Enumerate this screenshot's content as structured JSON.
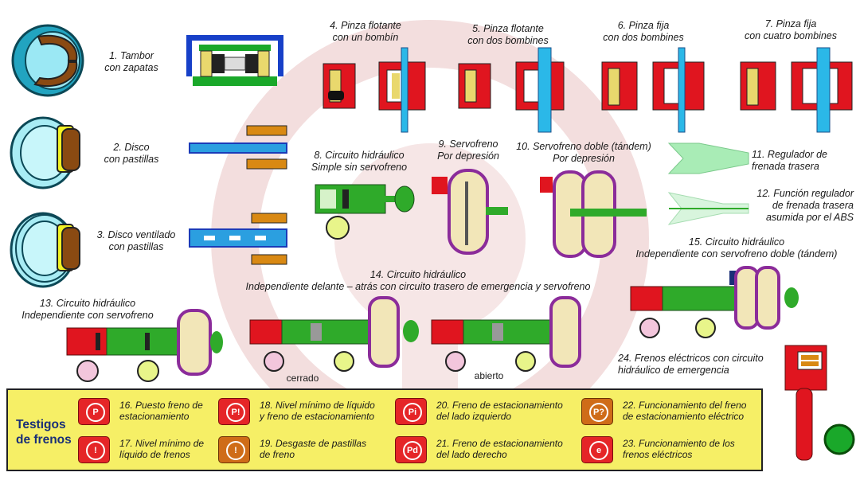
{
  "items": [
    {
      "id": "1",
      "label_lines": [
        "1. Tambor",
        "con zapatas"
      ]
    },
    {
      "id": "2",
      "label_lines": [
        "2. Disco",
        "con pastillas"
      ]
    },
    {
      "id": "3",
      "label_lines": [
        "3. Disco ventilado",
        "con pastillas"
      ]
    },
    {
      "id": "4",
      "label_lines": [
        "4. Pinza flotante",
        "con un bombín"
      ]
    },
    {
      "id": "5",
      "label_lines": [
        "5. Pinza flotante",
        "con dos bombines"
      ]
    },
    {
      "id": "6",
      "label_lines": [
        "6. Pinza fija",
        "con dos bombines"
      ]
    },
    {
      "id": "7",
      "label_lines": [
        "7. Pinza fija",
        "con cuatro bombines"
      ]
    },
    {
      "id": "8",
      "label_lines": [
        "8. Circuito hidráulico",
        "Simple sin servofreno"
      ]
    },
    {
      "id": "9",
      "label_lines": [
        "9. Servofreno",
        "Por depresión"
      ]
    },
    {
      "id": "10",
      "label_lines": [
        "10. Servofreno doble (tándem)",
        "Por depresión"
      ]
    },
    {
      "id": "11",
      "label_lines": [
        "11. Regulador de",
        "frenada trasera"
      ]
    },
    {
      "id": "12",
      "label_lines": [
        "12. Función regulador",
        "de frenada trasera",
        "asumida por el ABS"
      ]
    },
    {
      "id": "13",
      "label_lines": [
        "13. Circuito hidráulico",
        "Independiente con servofreno"
      ]
    },
    {
      "id": "14",
      "label_lines": [
        "14. Circuito hidráulico",
        "Independiente delante – atrás con circuito trasero de emergencia y servofreno"
      ]
    },
    {
      "id": "15",
      "label_lines": [
        "15. Circuito hidráulico",
        "Independiente con servofreno doble (tándem)"
      ]
    },
    {
      "id": "24",
      "label_lines": [
        "24. Frenos eléctricos con circuito",
        "hidráulico de emergencia"
      ]
    }
  ],
  "valve_states": {
    "closed": "cerrado",
    "open": "abierto"
  },
  "warning_panel": {
    "title_lines": [
      "Testigos",
      "de frenos"
    ],
    "lamps": [
      {
        "id": "16",
        "symbol": "P",
        "color": "#e52527",
        "label_lines": [
          "16. Puesto freno de",
          "estacionamiento"
        ]
      },
      {
        "id": "17",
        "symbol": "!",
        "color": "#e52527",
        "label_lines": [
          "17. Nivel mínimo de",
          "líquido de frenos"
        ]
      },
      {
        "id": "18",
        "symbol": "P!",
        "color": "#e52527",
        "label_lines": [
          "18. Nivel mínimo de líquido",
          "y freno de estacionamiento"
        ]
      },
      {
        "id": "19",
        "symbol": "!",
        "color": "#cf6c18",
        "label_lines": [
          "19. Desgaste de pastillas",
          "de freno"
        ]
      },
      {
        "id": "20",
        "symbol": "Pi",
        "color": "#e52527",
        "label_lines": [
          "20. Freno de estacionamiento",
          "del lado izquierdo"
        ]
      },
      {
        "id": "21",
        "symbol": "Pd",
        "color": "#e52527",
        "label_lines": [
          "21. Freno de estacionamiento",
          "del lado derecho"
        ]
      },
      {
        "id": "22",
        "symbol": "P?",
        "color": "#cf6c18",
        "label_lines": [
          "22. Funcionamiento del freno",
          "de estacionamiento eléctrico"
        ]
      },
      {
        "id": "23",
        "symbol": "e",
        "color": "#e52527",
        "label_lines": [
          "23. Funcionamiento de los",
          "frenos eléctricos"
        ]
      }
    ]
  }
}
